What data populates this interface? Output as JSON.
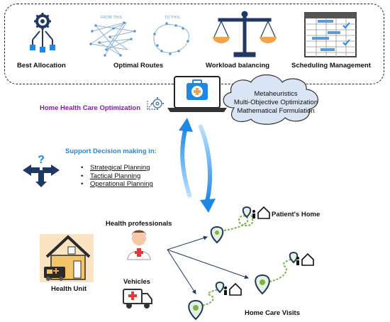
{
  "top_panel": {
    "items": [
      {
        "label": "Best Allocation"
      },
      {
        "label": "Optimal Routes",
        "route_from": "FROM THIS",
        "route_to": "TO THIS"
      },
      {
        "label": "Workload balancing"
      },
      {
        "label": "Scheduling Management"
      }
    ]
  },
  "optimization": {
    "title": "Home Health Care Optimization",
    "cloud_lines": [
      "Metaheuristics",
      "Multi-Objective Optimization",
      "Mathematical Formulation"
    ]
  },
  "decision": {
    "title": "Support Decision making in:",
    "items": [
      "Strategical Planning",
      "Tactical Planning",
      "Operational Planning"
    ]
  },
  "bottom": {
    "health_professionals": "Health professionals",
    "vehicles": "Vehicles",
    "health_unit": "Health Unit",
    "patients_home": "Patient's Home",
    "home_care_visits": "Home Care Visits"
  },
  "colors": {
    "accent_blue": "#1e88e5",
    "title_purple": "#7b1fa2",
    "route_green": "#7cb342",
    "navy": "#1f3864",
    "orange": "#f0a44b",
    "cloud_fill": "#d9e4f5"
  }
}
